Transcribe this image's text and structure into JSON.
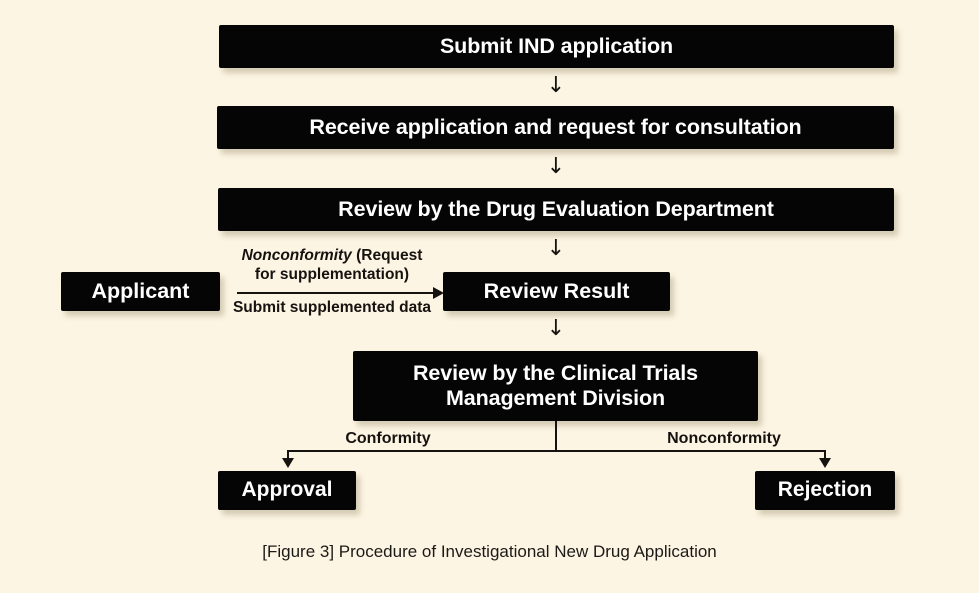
{
  "figure": {
    "caption": "[Figure 3] Procedure of Investigational New Drug Application",
    "background_color": "#fdf5e3",
    "node_color": "#050505",
    "node_text_color": "#ffffff",
    "line_color": "#161210"
  },
  "nodes": {
    "submit": "Submit IND application",
    "receive": "Receive application and request for consultation",
    "review_department": "Review by the Drug Evaluation Department",
    "applicant": "Applicant",
    "review_result": "Review Result",
    "clinical_trials_division": "Review by the Clinical Trials Management Division",
    "approval": "Approval",
    "rejection": "Rejection"
  },
  "arrows": {
    "down_glyph": "↓",
    "submit_to_receive": "↓",
    "receive_to_review_dept": "↓",
    "review_dept_to_result": "↓",
    "result_to_ctmd": "↓"
  },
  "edge_labels": {
    "nonconformity_italic": "Nonconformity",
    "nonconformity_rest": " (Request for supplementation)",
    "submit_supplemented_data": "Submit supplemented data",
    "conformity": "Conformity",
    "nonconformity": "Nonconformity"
  }
}
